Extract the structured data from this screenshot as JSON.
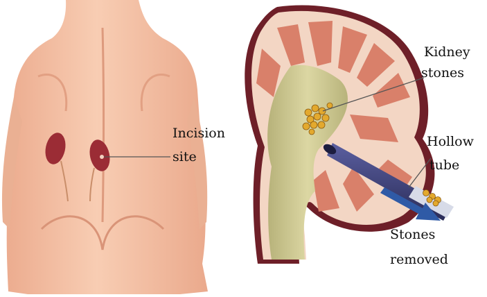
{
  "labels": {
    "incision_line1": "Incision",
    "incision_line2": "site",
    "kidney_stones_line1": "Kidney",
    "kidney_stones_line2": "stones",
    "hollow_tube_line1": "Hollow",
    "hollow_tube_line2": "tube",
    "stones_removed_line1": "Stones",
    "stones_removed_line2": "removed"
  },
  "colors": {
    "skin": "#f6c3a8",
    "skin_shadow": "#e9a58a",
    "kidney": "#9b2c35",
    "cortex": "#f6dccb",
    "pyramid": "#d9806a",
    "renal_pelvis": "#c7c28a",
    "capsule": "#6e1f28",
    "tube": "#3c3f77",
    "stone": "#e3a92e",
    "arrow": "#2f5aa6"
  },
  "icons": {
    "arrow": "arrow-right-down-icon"
  }
}
